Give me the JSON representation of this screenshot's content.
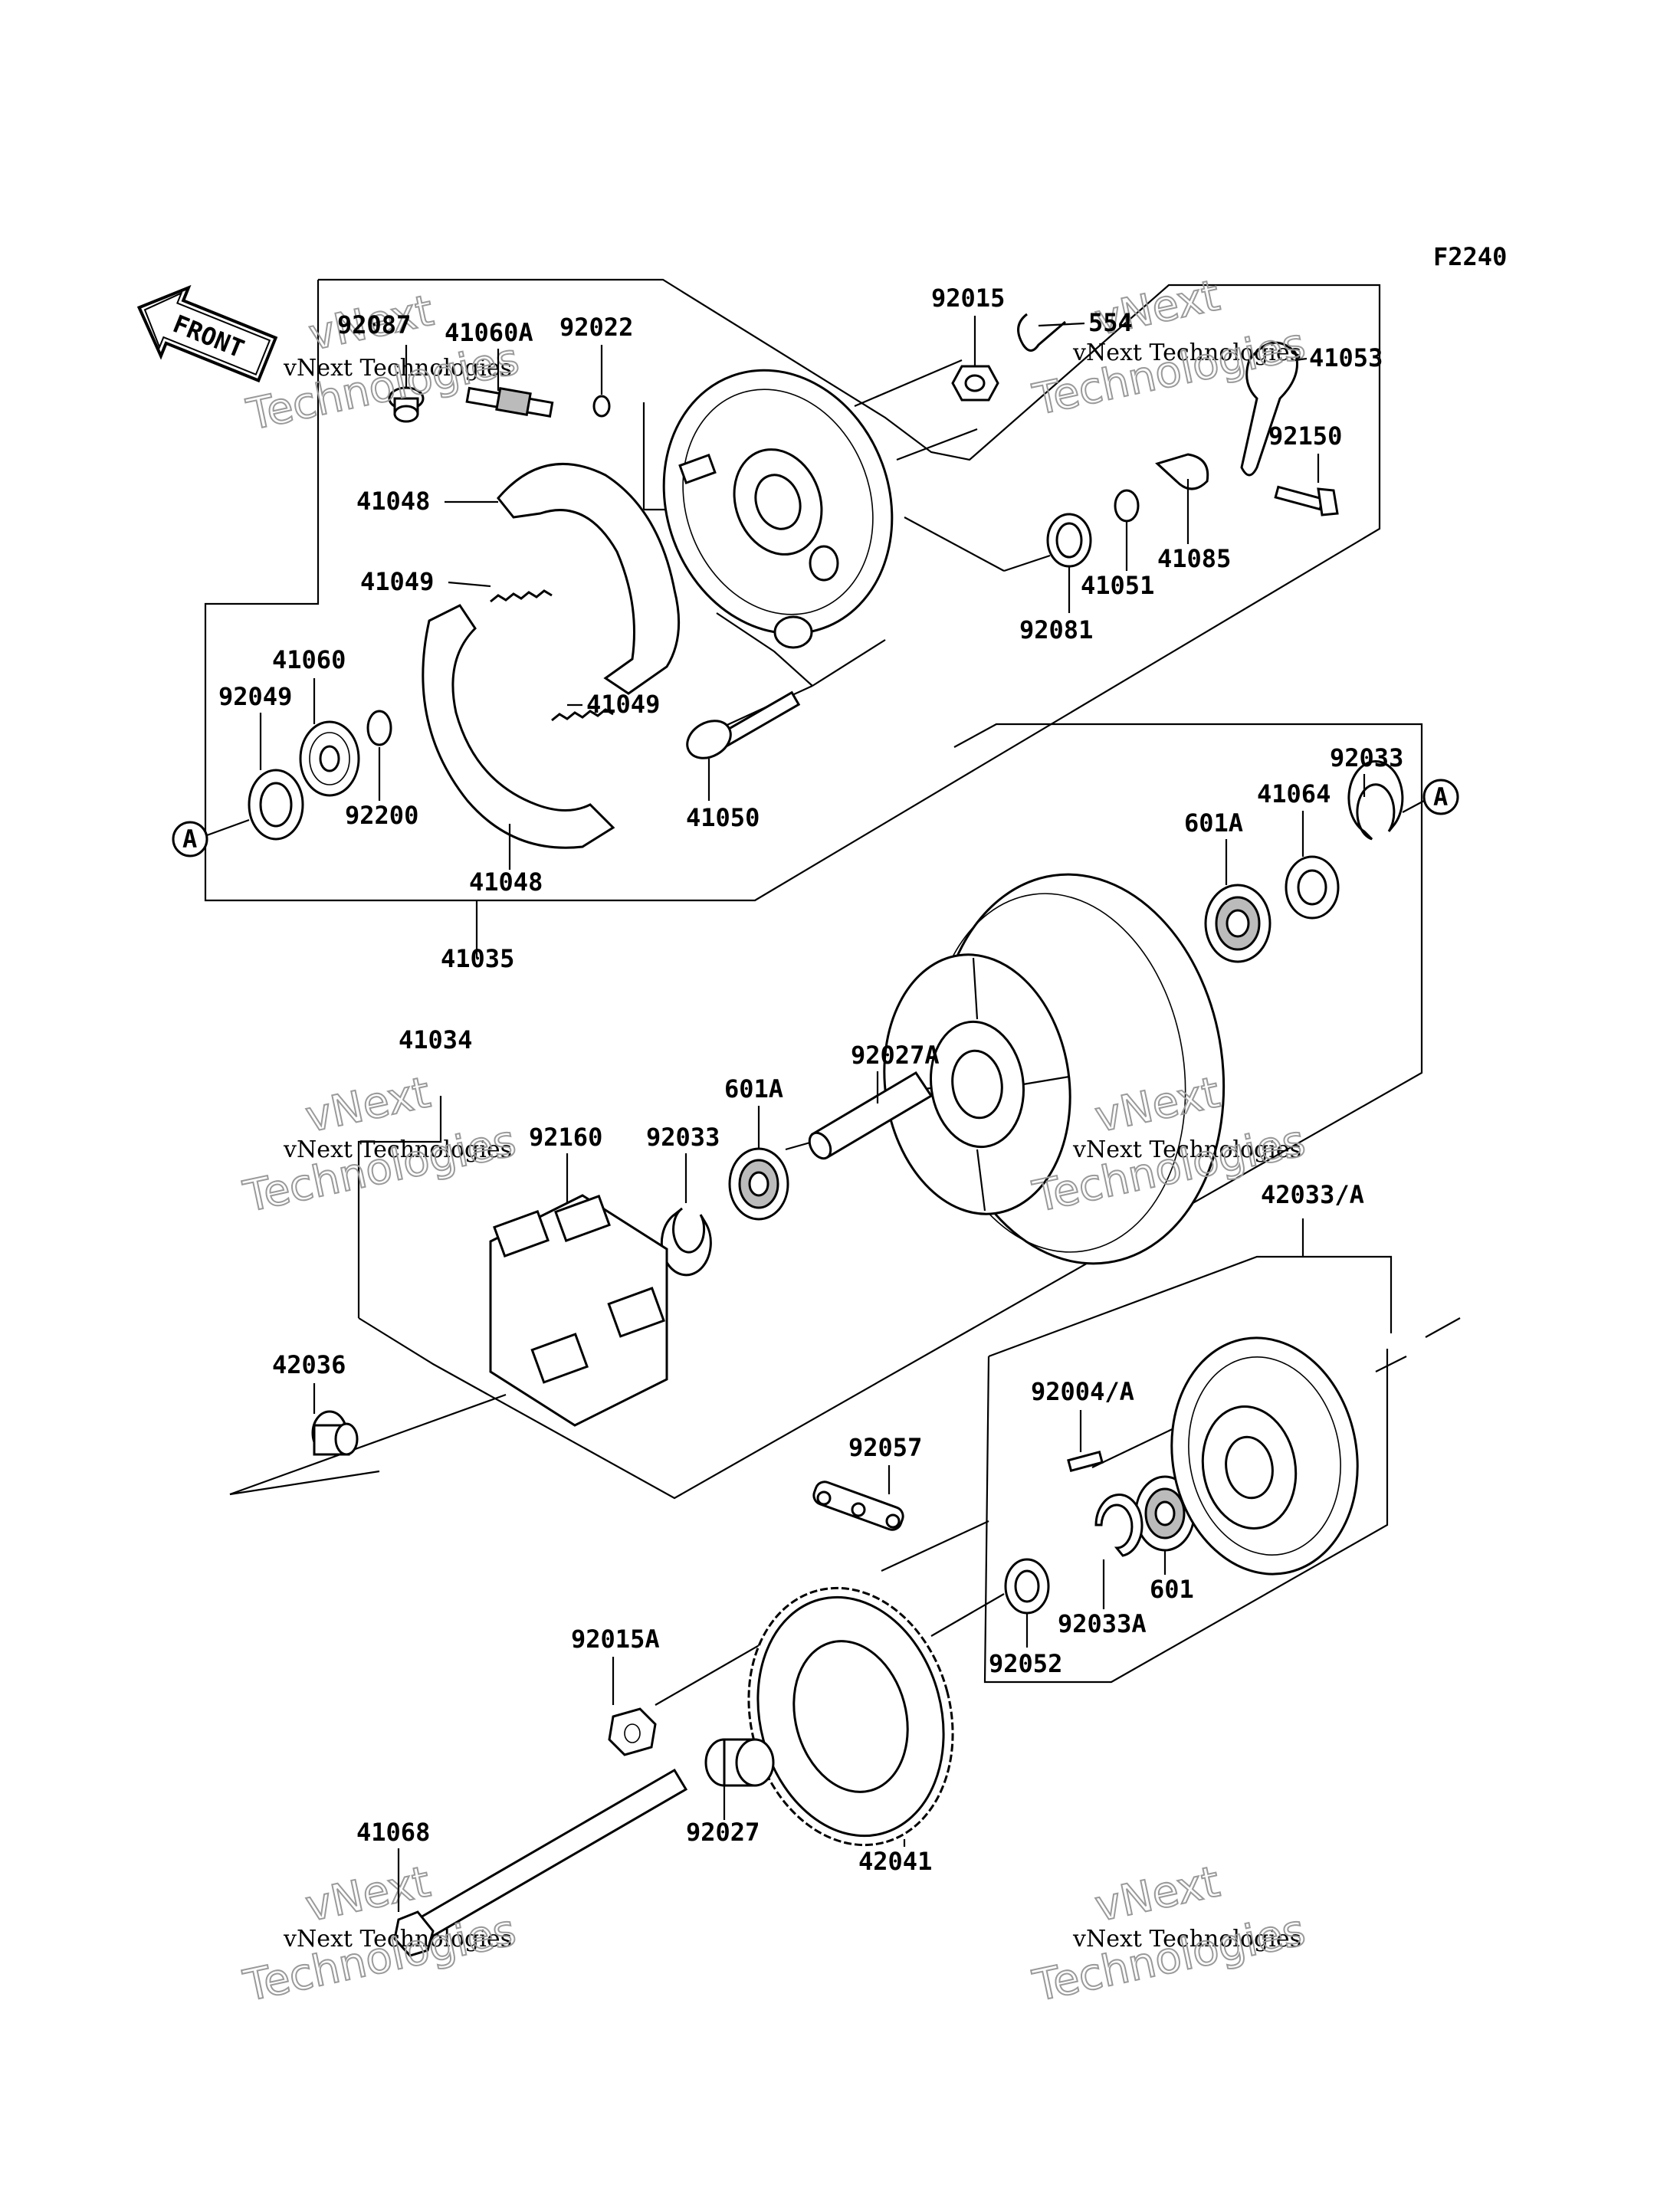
{
  "figure_code": "F2240",
  "front_arrow": {
    "text": "FRONT"
  },
  "ref_marker": "A",
  "watermark": {
    "company": "vNext Technologies",
    "line1": "vNext",
    "line2": "Technologies"
  },
  "parts": [
    {
      "id": "p92087",
      "label": "92087"
    },
    {
      "id": "p41060A",
      "label": "41060A"
    },
    {
      "id": "p92022",
      "label": "92022"
    },
    {
      "id": "p92015",
      "label": "92015"
    },
    {
      "id": "p554",
      "label": "554"
    },
    {
      "id": "p41053",
      "label": "41053"
    },
    {
      "id": "p92150",
      "label": "92150"
    },
    {
      "id": "p41048a",
      "label": "41048"
    },
    {
      "id": "p41049a",
      "label": "41049"
    },
    {
      "id": "p41051",
      "label": "41051"
    },
    {
      "id": "p41085",
      "label": "41085"
    },
    {
      "id": "p92081",
      "label": "92081"
    },
    {
      "id": "p41060",
      "label": "41060"
    },
    {
      "id": "p92049",
      "label": "92049"
    },
    {
      "id": "p41049b",
      "label": "41049"
    },
    {
      "id": "p92200",
      "label": "92200"
    },
    {
      "id": "p41050",
      "label": "41050"
    },
    {
      "id": "p41048b",
      "label": "41048"
    },
    {
      "id": "p41035",
      "label": "41035"
    },
    {
      "id": "p92033a",
      "label": "92033"
    },
    {
      "id": "p41064",
      "label": "41064"
    },
    {
      "id": "p601Aa",
      "label": "601A"
    },
    {
      "id": "p41034",
      "label": "41034"
    },
    {
      "id": "p92027A",
      "label": "92027A"
    },
    {
      "id": "p601Ab",
      "label": "601A"
    },
    {
      "id": "p92160",
      "label": "92160"
    },
    {
      "id": "p92033b",
      "label": "92033"
    },
    {
      "id": "p42033A",
      "label": "42033/A"
    },
    {
      "id": "p42036",
      "label": "42036"
    },
    {
      "id": "p92004A",
      "label": "92004/A"
    },
    {
      "id": "p92057",
      "label": "92057"
    },
    {
      "id": "p601",
      "label": "601"
    },
    {
      "id": "p92033A",
      "label": "92033A"
    },
    {
      "id": "p92015A",
      "label": "92015A"
    },
    {
      "id": "p92052",
      "label": "92052"
    },
    {
      "id": "p92027",
      "label": "92027"
    },
    {
      "id": "p42041",
      "label": "42041"
    },
    {
      "id": "p41068",
      "label": "41068"
    }
  ]
}
